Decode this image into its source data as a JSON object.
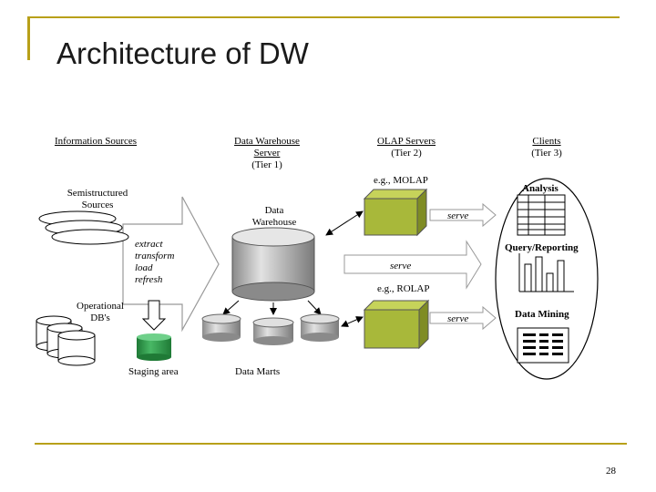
{
  "title": "Architecture of DW",
  "headers": {
    "info_sources": "Information Sources",
    "dw_server": [
      "Data Warehouse",
      "Server",
      "(Tier 1)"
    ],
    "olap_servers": [
      "OLAP Servers",
      "(Tier 2)"
    ],
    "clients": [
      "Clients",
      "(Tier 3)"
    ]
  },
  "labels": {
    "semistructured": [
      "Semistructured",
      "Sources"
    ],
    "operational": [
      "Operational",
      "DB's"
    ],
    "etl": [
      "extract",
      "transform",
      "load",
      "refresh"
    ],
    "data_warehouse": [
      "Data",
      "Warehouse"
    ],
    "staging_area": "Staging area",
    "data_marts": "Data Marts",
    "molap": "e.g., MOLAP",
    "rolap": "e.g., ROLAP",
    "serve_top": "serve",
    "serve_mid": "serve",
    "serve_bottom": "serve",
    "analysis": "Analysis",
    "query_reporting": "Query/Reporting",
    "data_mining": "Data Mining"
  },
  "page_number": "28",
  "colors": {
    "accent": "#b8a019",
    "olap_cube": "#a8b83a",
    "cylinder": "#c0c0c0",
    "staging": "#2e9a4a"
  }
}
